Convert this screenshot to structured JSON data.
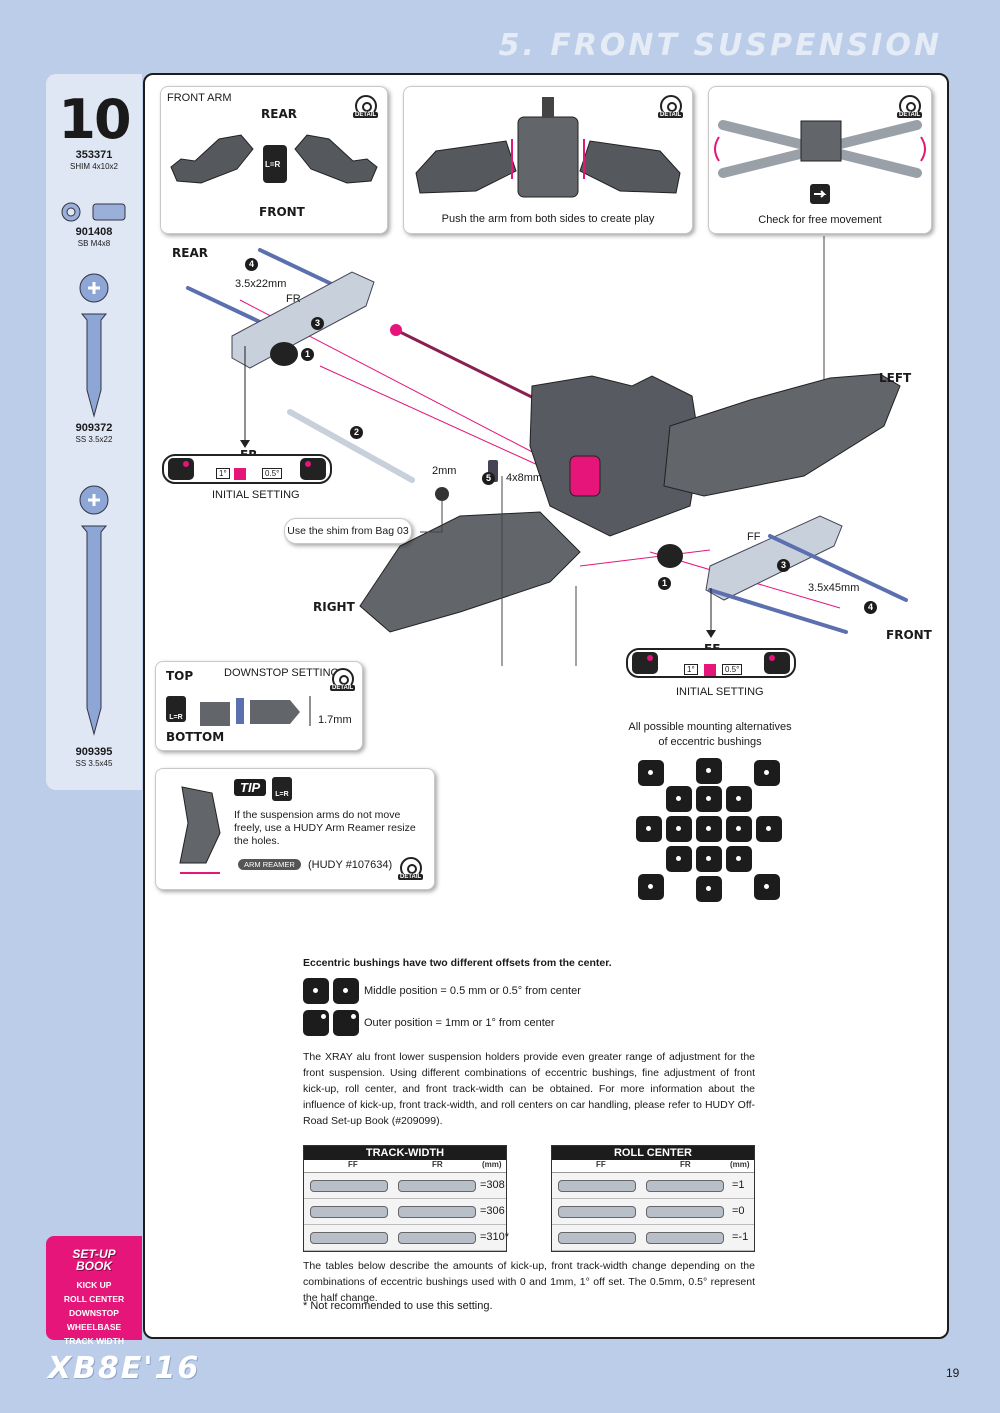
{
  "header": {
    "title": "5. FRONT SUSPENSION"
  },
  "sidebar": {
    "step_number": "10",
    "parts": [
      {
        "code": "353371",
        "desc": "SHIM 4x10x2"
      },
      {
        "code": "901408",
        "desc": "SB M4x8"
      },
      {
        "code": "909372",
        "desc": "SS 3.5x22"
      },
      {
        "code": "909395",
        "desc": "SS 3.5x45"
      }
    ]
  },
  "panels": {
    "front_arm": {
      "title": "FRONT ARM",
      "rear": "REAR",
      "front": "FRONT",
      "lr": "L=R",
      "detail": "DETAIL"
    },
    "push_arm": {
      "caption": "Push the arm from both sides to create play",
      "detail": "DETAIL"
    },
    "free_move": {
      "caption": "Check for free movement",
      "detail": "DETAIL"
    }
  },
  "diagram": {
    "rear": "REAR",
    "left": "LEFT",
    "right": "RIGHT",
    "front": "FRONT",
    "screw_rear": "3.5x22mm",
    "fr": "FR",
    "ff": "FF",
    "screw_front": "3.5x45mm",
    "shim": "2mm",
    "bolt": "4x8mm",
    "shim_note": "Use the shim from Bag 03",
    "numbers": [
      "1",
      "2",
      "3",
      "4",
      "5"
    ],
    "fr_setting": {
      "title": "FR",
      "deg1": "1°",
      "deg2": "0.5°",
      "label": "INITIAL SETTING"
    },
    "ff_setting": {
      "title": "FF",
      "deg1": "1°",
      "deg2": "0.5°",
      "label": "INITIAL SETTING"
    }
  },
  "downstop": {
    "top": "TOP",
    "title": "DOWNSTOP SETTING",
    "bottom": "BOTTOM",
    "lr": "L=R",
    "value": "1.7mm",
    "detail": "DETAIL"
  },
  "tip": {
    "label": "TIP",
    "lr": "L=R",
    "text": "If the suspension arms do not move freely, use a HUDY Arm Reamer resize the holes.",
    "tool": "ARM REAMER",
    "part": "(HUDY #107634)",
    "detail": "DETAIL"
  },
  "mounting": {
    "title_line1": "All possible mounting alternatives",
    "title_line2": "of eccentric bushings"
  },
  "eccentric": {
    "heading": "Eccentric bushings have two different offsets from the center.",
    "middle": "Middle position = 0.5 mm or 0.5° from center",
    "outer": "Outer position = 1mm or 1° from center",
    "paragraph": "The XRAY alu front lower suspension holders provide even greater range of adjustment for the front suspension. Using different combinations of eccentric bushings, fine adjustment of front kick-up, roll center, and front track-width can be obtained. For more information about the influence of  kick-up, front track-width, and roll centers on car handling, please refer to HUDY Off-Road Set-up Book (#209099)."
  },
  "tables": {
    "track_width": {
      "title": "TRACK-WIDTH",
      "col1": "FF",
      "col2": "FR",
      "unit": "(mm)",
      "values": [
        "=308",
        "=306",
        "=310*"
      ]
    },
    "roll_center": {
      "title": "ROLL CENTER",
      "col1": "FF",
      "col2": "FR",
      "unit": "(mm)",
      "values": [
        "=1",
        "=0",
        "=-1"
      ]
    }
  },
  "notes": {
    "tables_desc": "The tables below describe the amounts of kick-up, front track-width change depending on the combinations of eccentric bushings used with 0 and 1mm, 1° off set. The 0.5mm, 0.5° represent the half change.",
    "asterisk": "* Not recommended to use this setting."
  },
  "setup_book": {
    "title": "SET-UP BOOK",
    "items": [
      "KICK UP",
      "ROLL CENTER DOWNSTOP",
      "WHEELBASE",
      "TRACK WIDTH"
    ]
  },
  "footer": {
    "logo": "XB8E'16",
    "page": "19"
  },
  "colors": {
    "accent": "#e5157a",
    "page_bg": "#bccde9",
    "sidebar_bg": "#dfe7f4"
  }
}
